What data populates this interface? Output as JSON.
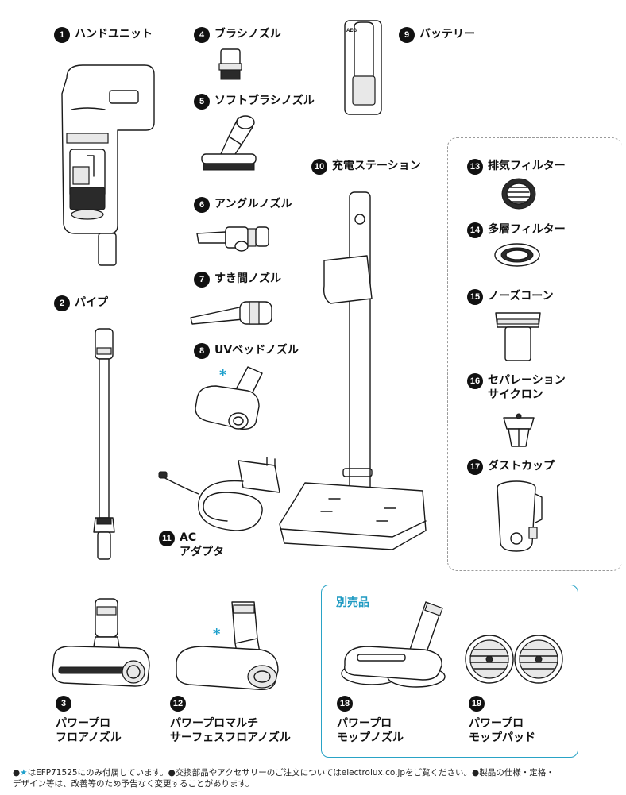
{
  "items": [
    {
      "num": "1",
      "label": "ハンドユニット"
    },
    {
      "num": "2",
      "label": "パイプ"
    },
    {
      "num": "3",
      "label_line1": "パワープロ",
      "label_line2": "フロアノズル"
    },
    {
      "num": "4",
      "label": "ブラシノズル"
    },
    {
      "num": "5",
      "label": "ソフトブラシノズル"
    },
    {
      "num": "6",
      "label": "アングルノズル"
    },
    {
      "num": "7",
      "label": "すき間ノズル"
    },
    {
      "num": "8",
      "label": "UVベッドノズル"
    },
    {
      "num": "9",
      "label": "バッテリー"
    },
    {
      "num": "10",
      "label": "充電ステーション"
    },
    {
      "num": "11",
      "label_line1": "AC",
      "label_line2": "アダプタ"
    },
    {
      "num": "12",
      "label_line1": "パワープロマルチ",
      "label_line2": "サーフェスフロアノズル"
    },
    {
      "num": "13",
      "label": "排気フィルター"
    },
    {
      "num": "14",
      "label": "多層フィルター"
    },
    {
      "num": "15",
      "label": "ノーズコーン"
    },
    {
      "num": "16",
      "label_line1": "セパレーション",
      "label_line2": "サイクロン"
    },
    {
      "num": "17",
      "label": "ダストカップ"
    },
    {
      "num": "18",
      "label_line1": "パワープロ",
      "label_line2": "モップノズル"
    },
    {
      "num": "19",
      "label_line1": "パワープロ",
      "label_line2": "モップパッド"
    }
  ],
  "optional_section": {
    "title": "別売品"
  },
  "star_mark": "*",
  "battery_brand": "AEG",
  "footnote": {
    "bullet": "●",
    "star": "★",
    "text1": "はEFP71525にのみ付属しています。●交換部品やアクセサリーのご注文についてはelectrolux.co.jpをご覧ください。●製品の仕様・定格・",
    "text2": "デザイン等は、改善等のため予告なく変更することがあります。"
  },
  "colors": {
    "accent": "#1ea0cc",
    "box_border": "#29a3c6",
    "dash": "#9a9a9a"
  }
}
